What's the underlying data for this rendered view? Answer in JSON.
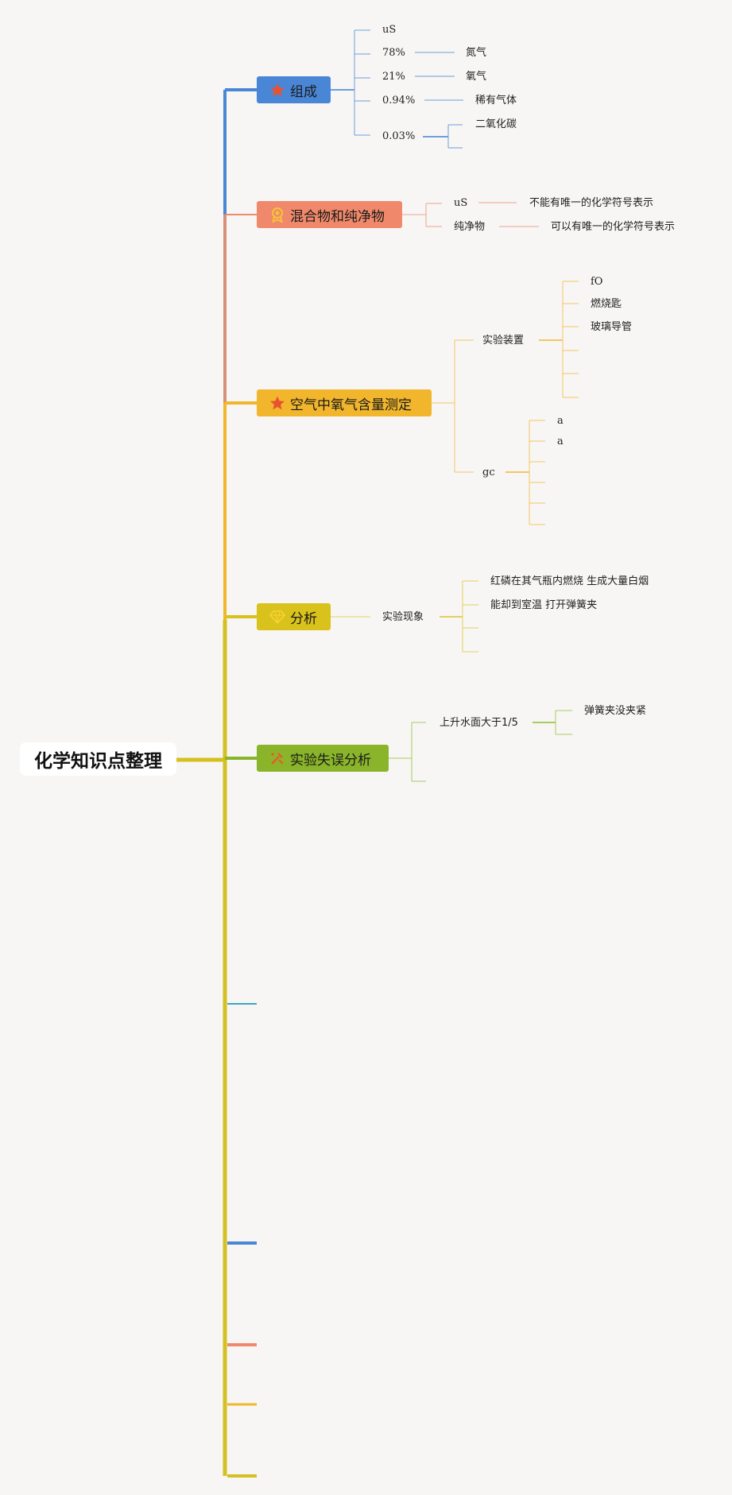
{
  "root": {
    "label": "化学知识点整理"
  },
  "topics": {
    "t1": {
      "label": "组成",
      "color": "#4a86d6",
      "icon": "star-icon"
    },
    "t2": {
      "label": "混合物和纯净物",
      "color": "#f0896b",
      "icon": "medal-icon"
    },
    "t3": {
      "label": "空气中氧气含量测定",
      "color": "#f2b62c",
      "icon": "star-icon"
    },
    "t4": {
      "label": "分析",
      "color": "#d8c21b",
      "icon": "diamond-icon"
    },
    "t5": {
      "label": "实验失误分析",
      "color": "#8ab52a",
      "icon": "tools-icon"
    }
  },
  "nodes": {
    "n1a": "uS",
    "n1b": "78%",
    "n1b1": "氮气",
    "n1c": "21%",
    "n1c1": "氧气",
    "n1d": "0.94%",
    "n1d1": "稀有气体",
    "n1e": "0.03%",
    "n1e1": "二氧化碳",
    "n2a": "uS",
    "n2a1": "不能有唯一的化学符号表示",
    "n2b": "纯净物",
    "n2b1": "可以有唯一的化学符号表示",
    "n3a": "实验装置",
    "n3a1": "fO",
    "n3a2": "燃烧匙",
    "n3a3": "玻璃导管",
    "n3b": "gc",
    "n3b1": "a",
    "n3b2": "a",
    "n4a": "实验现象",
    "n4a1": "红磷在其气瓶内燃烧 生成大量白烟",
    "n4a2": "能却到室温 打开弹簧夹",
    "n5a": "上升水面大于1/5",
    "n5a1": "弹簧夹没夹紧"
  }
}
